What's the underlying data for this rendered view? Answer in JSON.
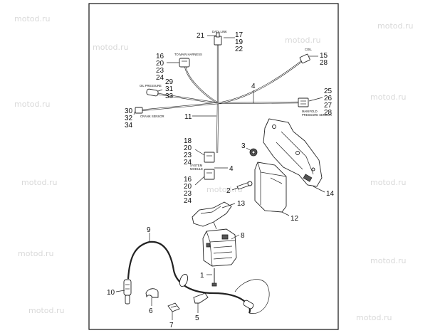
{
  "watermark": "motod.ru",
  "callouts": {
    "n21": "21",
    "n17": "17",
    "n19": "19",
    "n22": "22",
    "n15": "15",
    "n28a": "28",
    "n16a": "16",
    "n20a": "20",
    "n23a": "23",
    "n24a": "24",
    "n29": "29",
    "n31": "31",
    "n33": "33",
    "n4a": "4",
    "n25": "25",
    "n26": "26",
    "n27": "27",
    "n28b": "28",
    "n30": "30",
    "n32": "32",
    "n34": "34",
    "n11": "11",
    "n3": "3",
    "n18": "18",
    "n20b": "20",
    "n23b": "23",
    "n24b": "24",
    "n4b": "4",
    "n16b": "16",
    "n20c": "20",
    "n23c": "23",
    "n24c": "24",
    "n2": "2",
    "n14": "14",
    "n13": "13",
    "n12": "12",
    "n9": "9",
    "n8": "8",
    "n1": "1",
    "n10": "10",
    "n6": "6",
    "n7": "7",
    "n5": "5"
  },
  "labels": {
    "data_link": "DATA LINK",
    "to_main_harness": "TO MAIN HARNESS",
    "coil": "COIL",
    "oil_pressure": "OIL PRESSURE",
    "crank_sensor": "CRANK SENSOR",
    "manifold_pressure_1": "MANIFOLD",
    "manifold_pressure_2": "PRESSURE SENSOR",
    "system_module_1": "SYSTEM",
    "system_module_2": "MODULE"
  }
}
